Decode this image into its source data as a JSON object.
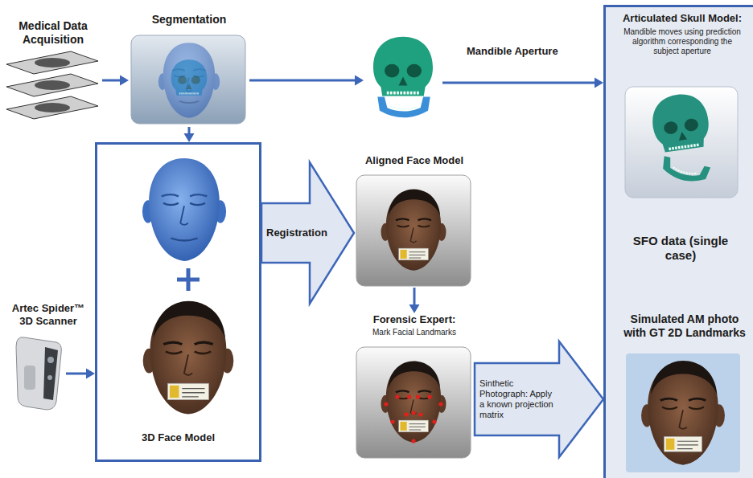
{
  "diagram": {
    "nodes": [
      {
        "text": [
          "Medical Data Acquisition"
        ]
      },
      {
        "text": [
          "Segmentation"
        ]
      },
      {
        "text": [
          "Mandible Aperture"
        ]
      },
      {
        "text": [
          "SFO data (single case)"
        ]
      },
      {
        "text": [
          "Articulated Skull Model:",
          "Mandible moves using prediction algorithm corresponding the subject aperture"
        ],
        "in": 3
      },
      {
        "text": [
          "3D Face Model"
        ]
      },
      {
        "text": [
          "Artec Spider™ 3D Scanner"
        ]
      },
      {
        "text": [
          "Aligned Face Model"
        ]
      },
      {
        "text": [
          "Forensic Expert:",
          "Mark Facial Landmarks"
        ]
      },
      {
        "text": [
          "Simulated AM photo with GT 2D Landmarks"
        ],
        "in": 3
      }
    ],
    "edges": [
      {
        "from": 0,
        "to": 1,
        "arrow": "to"
      },
      {
        "from": 1,
        "to": 2,
        "arrow": "to"
      },
      {
        "from": 2,
        "to": 3,
        "arrow": "to"
      },
      {
        "from": 1,
        "to": 5,
        "arrow": "to"
      },
      {
        "from": 6,
        "to": 5,
        "arrow": "to"
      },
      {
        "from": 5,
        "to": 7,
        "arrow": "to",
        "label": "Registration"
      },
      {
        "from": 7,
        "to": 8,
        "arrow": "to"
      },
      {
        "from": 8,
        "to": 3,
        "arrow": "to",
        "label": "Sinthetic Photograph: Apply a known projection matrix"
      }
    ]
  }
}
